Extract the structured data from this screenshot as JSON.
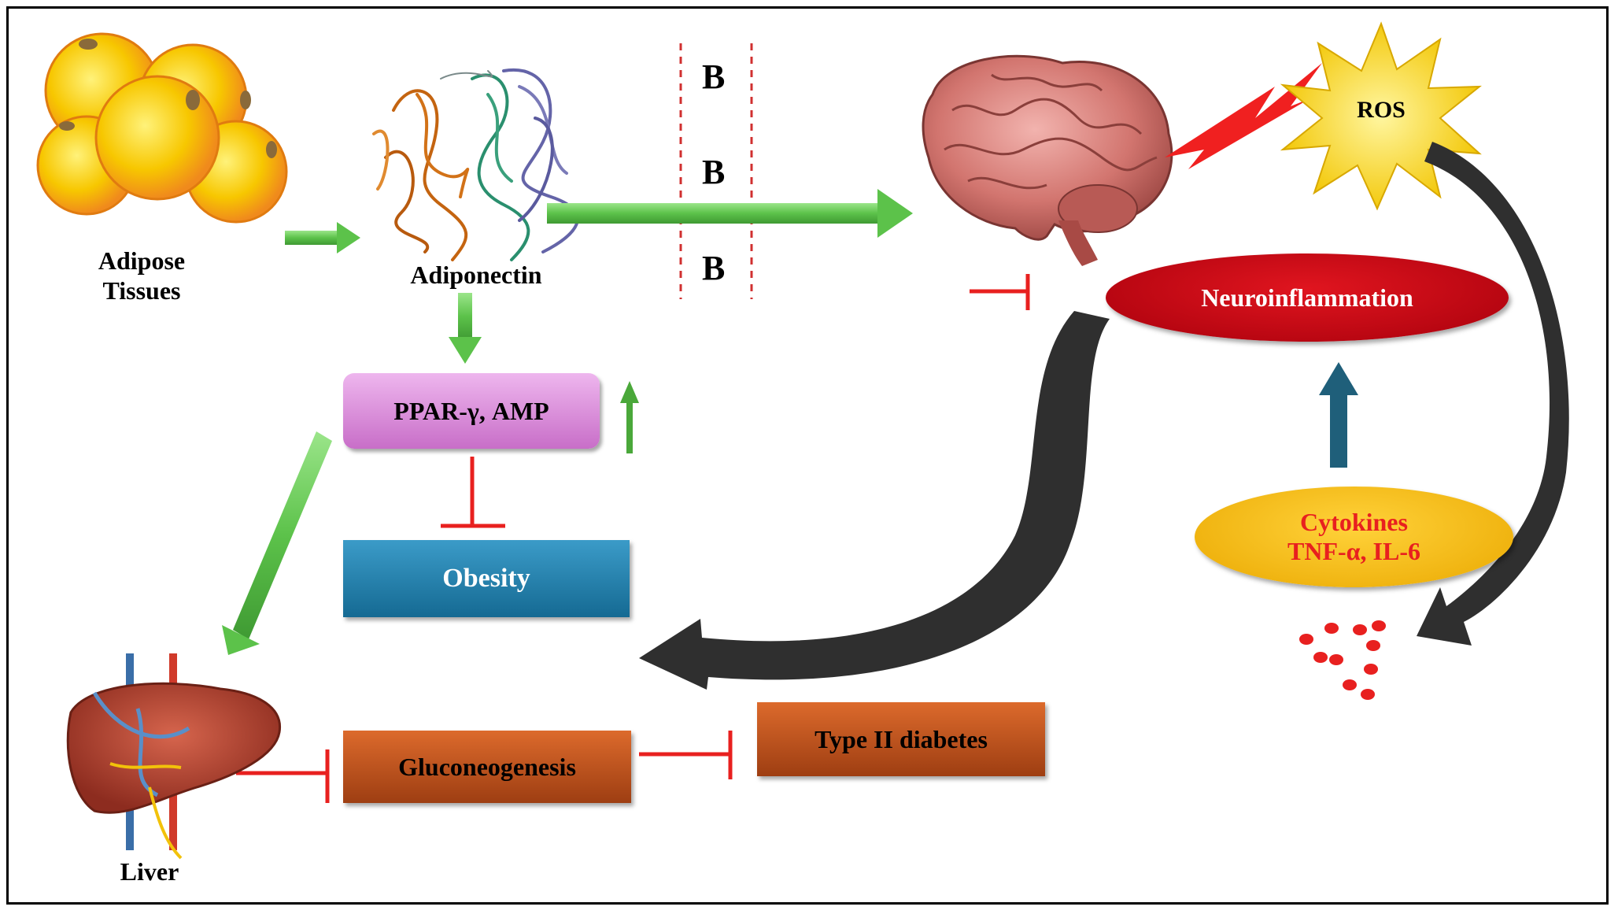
{
  "labels": {
    "adipose_line1": "Adipose",
    "adipose_line2": "Tissues",
    "adiponectin": "Adiponectin",
    "liver": "Liver",
    "bbb_1": "B",
    "bbb_2": "B",
    "bbb_3": "B",
    "ros": "ROS"
  },
  "boxes": {
    "ppar": "PPAR-γ, AMP",
    "obesity": "Obesity",
    "gluconeogenesis": "Gluconeogenesis",
    "type2": "Type II diabetes",
    "neuro": "Neuroinflammation",
    "cytokines_line1": "Cytokines",
    "cytokines_line2": "TNF-α, IL-6"
  },
  "colors": {
    "activation_arrow": "#5cc24a",
    "inhibition": "#e8201f",
    "curved_arrow": "#2f2f2f",
    "up_arrow": "#1f5f7a",
    "ppar_fill": "#d98ad9",
    "obesity_fill": "#1f7fae",
    "orange_box": "#c1521b",
    "neuro_fill": "#c4000f",
    "cytokine_fill": "#f5b800",
    "cytokine_text": "#e8201f"
  }
}
